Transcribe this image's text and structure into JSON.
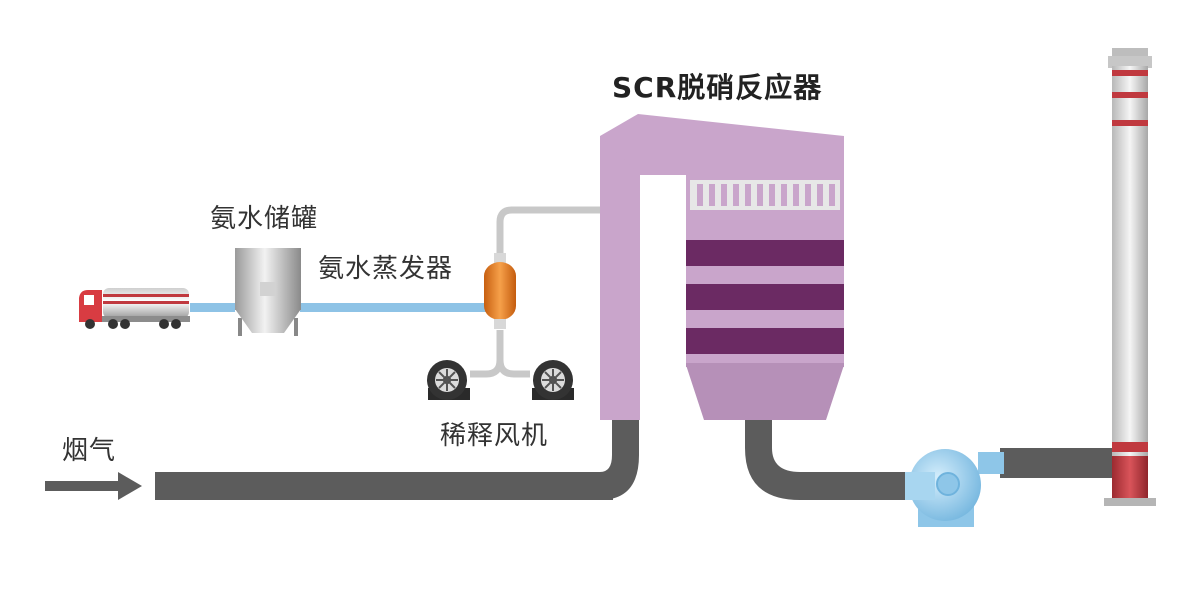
{
  "labels": {
    "scr_reactor": "SCR脱硝反应器",
    "ammonia_tank": "氨水储罐",
    "ammonia_evaporator": "氨水蒸发器",
    "dilution_fan": "稀释风机",
    "flue_gas": "烟气"
  },
  "colors": {
    "reactor": "#c9a5cb",
    "catalyst_layer": "#6b2a63",
    "flue_duct": "#5c5c5c",
    "ammonia_line": "#8ec3e6",
    "evaporator": "#e87c1e",
    "chimney_band": "#c0393f",
    "booster_fan": "#8ec6e8"
  }
}
